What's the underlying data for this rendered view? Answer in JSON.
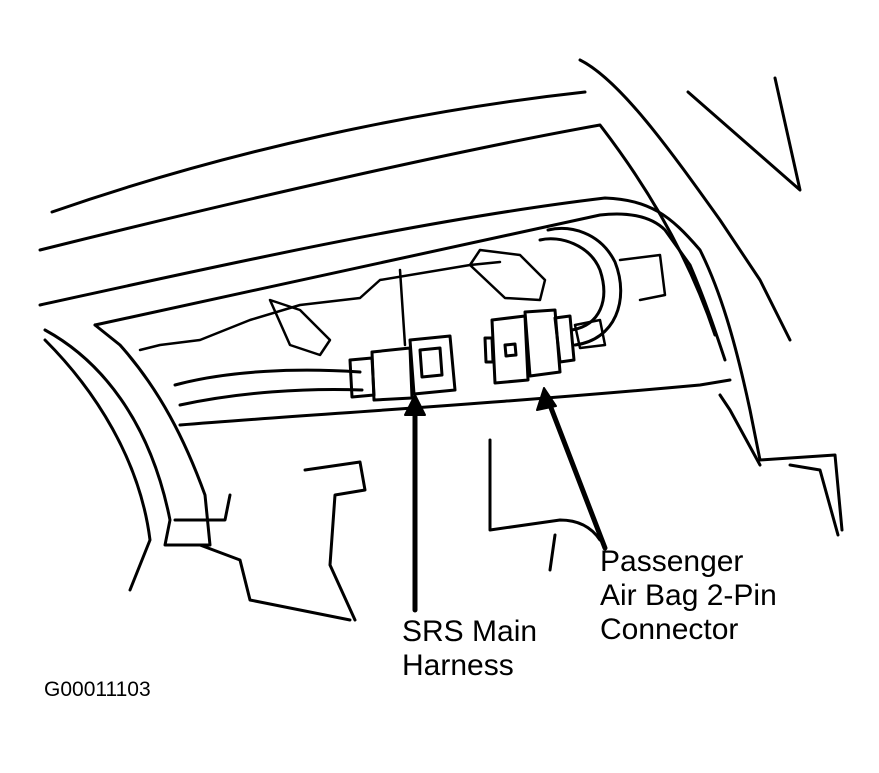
{
  "labels": {
    "srs_line1": "SRS Main",
    "srs_line2": "Harness",
    "pass_line1": "Passenger",
    "pass_line2": "Air Bag 2-Pin",
    "pass_line3": "Connector"
  },
  "figure_id": "G00011103",
  "colors": {
    "ink": "#000000",
    "paper": "#ffffff"
  }
}
